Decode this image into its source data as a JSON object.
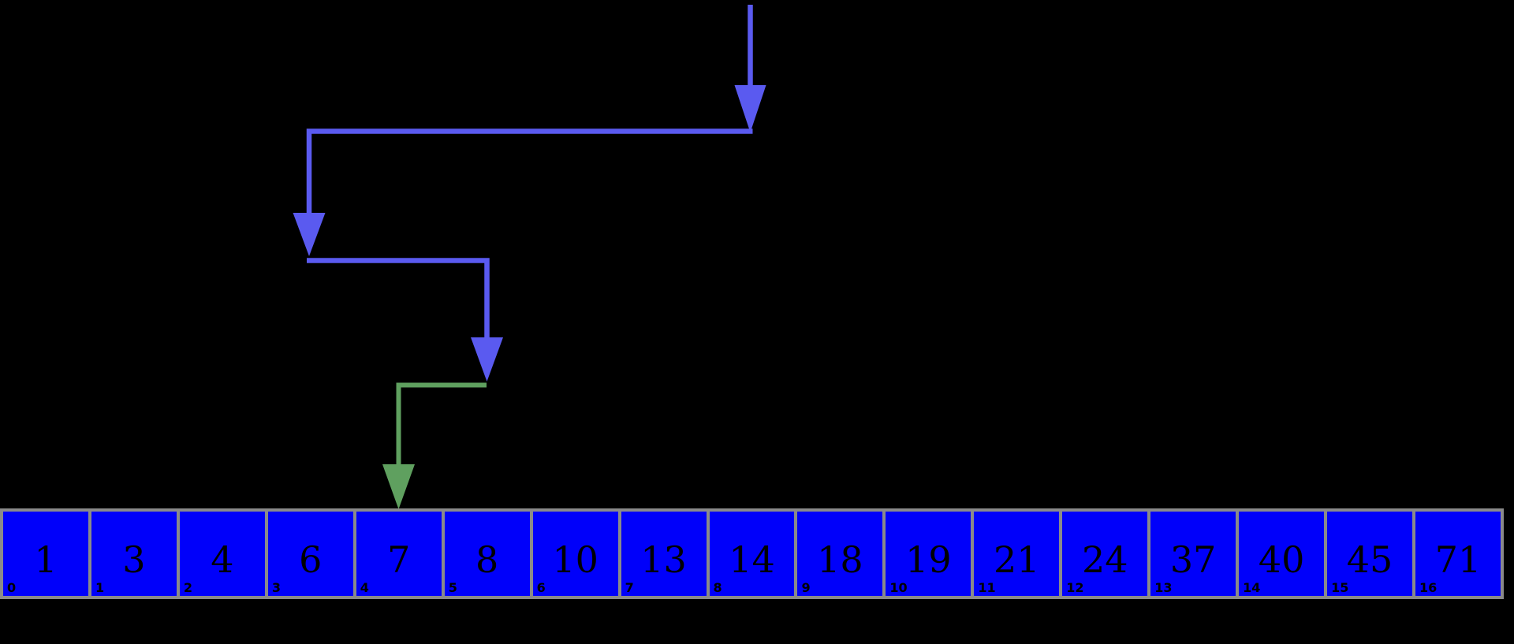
{
  "colors": {
    "background": "#000000",
    "arrow-blue": "#5a5af0",
    "arrow-green": "#5fa05f",
    "cell-fill": "#0000fa",
    "cell-border": "#8a8a8a",
    "cell-text": "#000000"
  },
  "array": {
    "cells": [
      {
        "value": "1",
        "index": "0"
      },
      {
        "value": "3",
        "index": "1"
      },
      {
        "value": "4",
        "index": "2"
      },
      {
        "value": "6",
        "index": "3"
      },
      {
        "value": "7",
        "index": "4"
      },
      {
        "value": "8",
        "index": "5"
      },
      {
        "value": "10",
        "index": "6"
      },
      {
        "value": "13",
        "index": "7"
      },
      {
        "value": "14",
        "index": "8"
      },
      {
        "value": "18",
        "index": "9"
      },
      {
        "value": "19",
        "index": "10"
      },
      {
        "value": "21",
        "index": "11"
      },
      {
        "value": "24",
        "index": "12"
      },
      {
        "value": "37",
        "index": "13"
      },
      {
        "value": "40",
        "index": "14"
      },
      {
        "value": "45",
        "index": "15"
      },
      {
        "value": "71",
        "index": "16"
      }
    ]
  }
}
